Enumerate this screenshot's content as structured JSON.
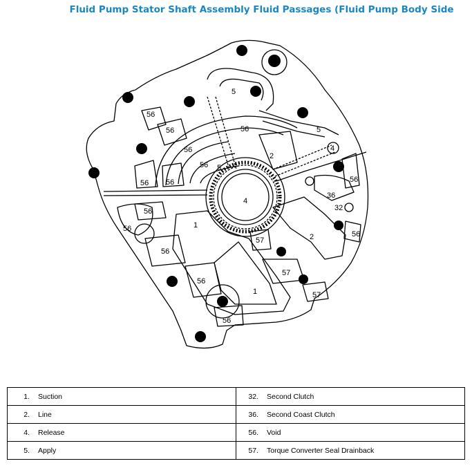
{
  "title": "Fluid Pump Stator Shaft Assembly Fluid Passages (Fluid Pump Body Side",
  "diagram_labels": [
    {
      "id": "l5a",
      "text": "5"
    },
    {
      "id": "l56a",
      "text": "56"
    },
    {
      "id": "l56b",
      "text": "56"
    },
    {
      "id": "l56c",
      "text": "56"
    },
    {
      "id": "l5b",
      "text": "5"
    },
    {
      "id": "l2a",
      "text": "2"
    },
    {
      "id": "l4a",
      "text": "4"
    },
    {
      "id": "l56d",
      "text": "56"
    },
    {
      "id": "l5c",
      "text": "5"
    },
    {
      "id": "l56e",
      "text": "56"
    },
    {
      "id": "l56f",
      "text": "56"
    },
    {
      "id": "l56g",
      "text": "56"
    },
    {
      "id": "l4b",
      "text": "4"
    },
    {
      "id": "l36",
      "text": "36"
    },
    {
      "id": "l32",
      "text": "32"
    },
    {
      "id": "l56h",
      "text": "56"
    },
    {
      "id": "l56i",
      "text": "56"
    },
    {
      "id": "l1a",
      "text": "1"
    },
    {
      "id": "l56j",
      "text": "56"
    },
    {
      "id": "l57a",
      "text": "57"
    },
    {
      "id": "l2b",
      "text": "2"
    },
    {
      "id": "l56k",
      "text": "56"
    },
    {
      "id": "l56l",
      "text": "56"
    },
    {
      "id": "l57b",
      "text": "57"
    },
    {
      "id": "l56m",
      "text": "56"
    },
    {
      "id": "l1b",
      "text": "1"
    },
    {
      "id": "l57c",
      "text": "57"
    },
    {
      "id": "l56n",
      "text": "56"
    }
  ],
  "legend": [
    {
      "left": {
        "num": "1.",
        "text": "Suction"
      },
      "right": {
        "num": "32.",
        "text": "Second Clutch"
      }
    },
    {
      "left": {
        "num": "2.",
        "text": "Line"
      },
      "right": {
        "num": "36.",
        "text": "Second Coast Clutch"
      }
    },
    {
      "left": {
        "num": "4.",
        "text": "Release"
      },
      "right": {
        "num": "56.",
        "text": "Void"
      }
    },
    {
      "left": {
        "num": "5.",
        "text": "Apply"
      },
      "right": {
        "num": "57.",
        "text": "Torque Converter Seal Drainback"
      }
    }
  ]
}
